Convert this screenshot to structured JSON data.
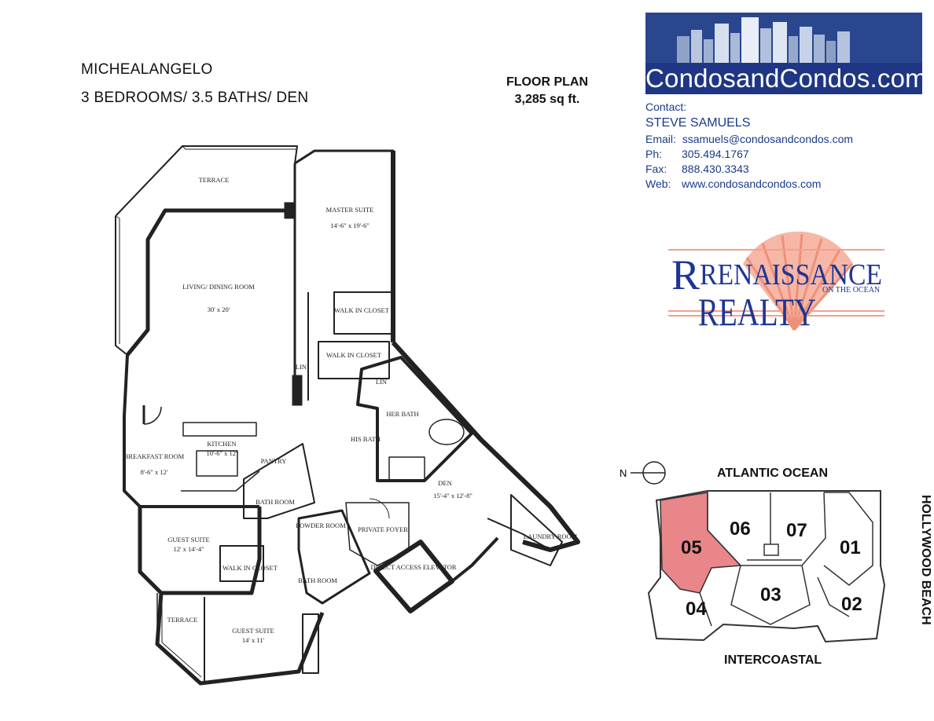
{
  "header": {
    "building": "MICHEALANGELO",
    "config": "3 BEDROOMS/ 3.5 BATHS/ DEN",
    "plan_label": "FLOOR PLAN",
    "area": "3,285 sq ft."
  },
  "brand": {
    "site_logo": "CondosandCondos.com",
    "color_navy": "#243d8f",
    "color_shell": "#f4a08c"
  },
  "contact": {
    "heading": "Contact:",
    "agent": "STEVE SAMUELS",
    "email_label": "Email:",
    "email": "ssamuels@condosandcondos.com",
    "phone_label": "Ph:",
    "phone": "305.494.1767",
    "fax_label": "Fax:",
    "fax": "888.430.3343",
    "web_label": "Web:",
    "web": "www.condosandcondos.com"
  },
  "realty_logo": {
    "line1": "RENAISSANCE",
    "line2": "REALTY",
    "tagline": "ON THE OCEAN"
  },
  "floor_plan": {
    "rooms": [
      {
        "name": "TERRACE"
      },
      {
        "name": "MASTER SUITE",
        "size": "14'-6\" x 19'-6\""
      },
      {
        "name": "LIVING/ DINING ROOM",
        "size": "30' x 20'"
      },
      {
        "name": "WALK IN CLOSET"
      },
      {
        "name": "WALK IN CLOSET"
      },
      {
        "name": "LIN"
      },
      {
        "name": "LIN"
      },
      {
        "name": "HER BATH"
      },
      {
        "name": "HIS BATH"
      },
      {
        "name": "KITCHEN",
        "size": "10'-6\" x 12'"
      },
      {
        "name": "BREAKFAST ROOM",
        "size": "8'-6\" x 12'"
      },
      {
        "name": "PANTRY"
      },
      {
        "name": "BATH ROOM"
      },
      {
        "name": "DEN",
        "size": "15'-4\" x 12'-8\""
      },
      {
        "name": "PRIVATE FOYER"
      },
      {
        "name": "POWDER ROOM"
      },
      {
        "name": "BATH ROOM"
      },
      {
        "name": "LAUNDRY ROOM"
      },
      {
        "name": "GUEST SUITE",
        "size": "12' x 14'-4\""
      },
      {
        "name": "WALK IN CLOSET"
      },
      {
        "name": "DIRECT ACCESS ELEVATOR"
      },
      {
        "name": "TERRACE"
      },
      {
        "name": "GUEST SUITE",
        "size": "14' x 11'"
      }
    ]
  },
  "site_map": {
    "north": "N",
    "top": "ATLANTIC OCEAN",
    "bottom": "INTERCOASTAL",
    "right": "HOLLYWOOD BEACH",
    "units": [
      "05",
      "06",
      "07",
      "01",
      "04",
      "03",
      "02"
    ],
    "highlight_unit": "05",
    "highlight_color": "#e8868a"
  }
}
